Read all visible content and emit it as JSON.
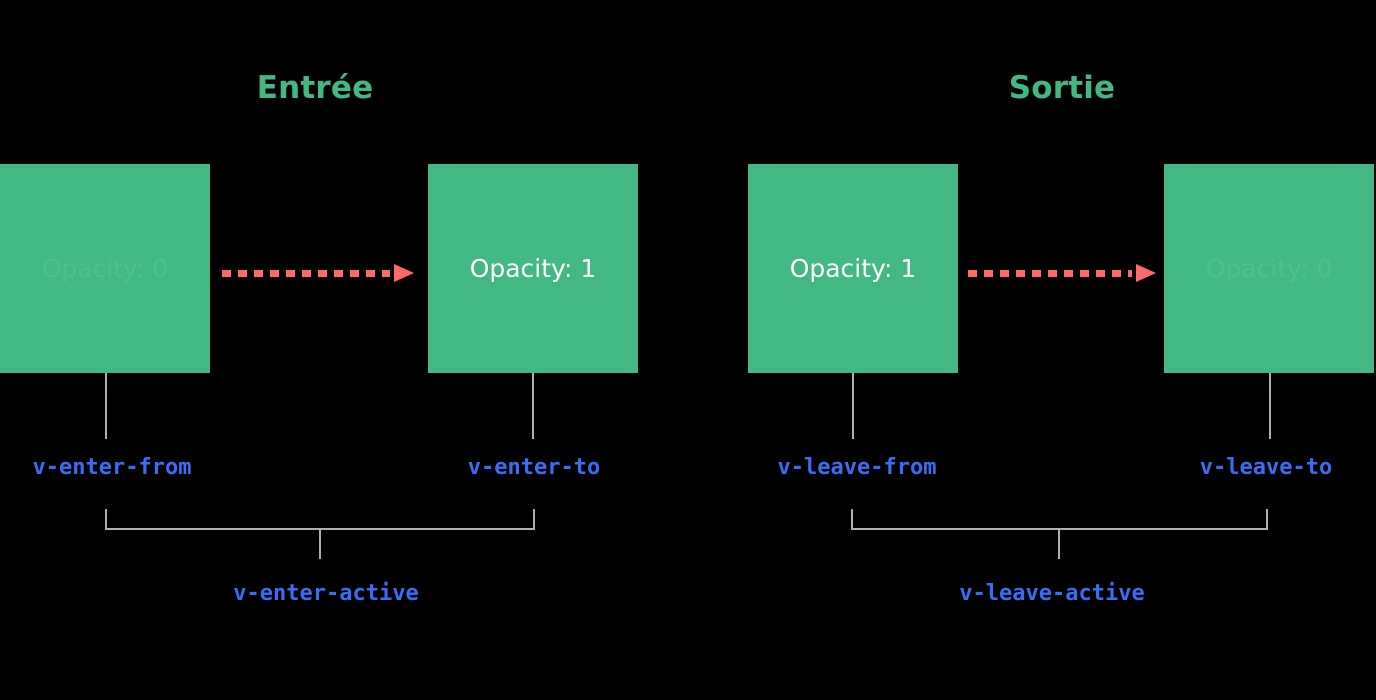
{
  "diagram": {
    "background_color": "#000000",
    "accent_green": "#42b883",
    "accent_blue": "#3b6cf5",
    "accent_coral": "#fc6a6a",
    "connector_gray": "#b0b0b0"
  },
  "sections": {
    "enter": {
      "title": "Entrée",
      "from_box_text": "Opacity: 0",
      "to_box_text": "Opacity: 1",
      "from_label": "v-enter-from",
      "to_label": "v-enter-to",
      "active_label": "v-enter-active"
    },
    "leave": {
      "title": "Sortie",
      "from_box_text": "Opacity: 1",
      "to_box_text": "Opacity: 0",
      "from_label": "v-leave-from",
      "to_label": "v-leave-to",
      "active_label": "v-leave-active"
    }
  }
}
